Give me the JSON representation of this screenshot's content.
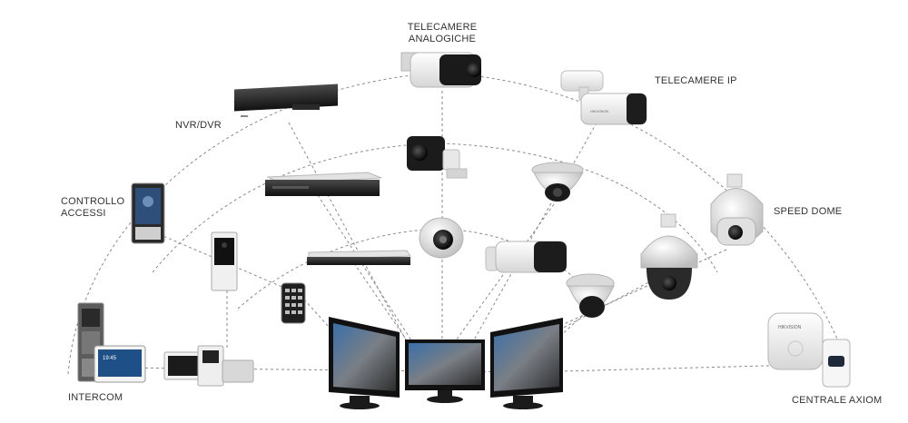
{
  "labels": {
    "analog_cameras": [
      "TELECAMERE",
      "ANALOGICHE"
    ],
    "ip_cameras": "TELECAMERE IP",
    "nvr_dvr": "NVR/DVR",
    "access_control": [
      "CONTROLLO",
      "ACCESSI"
    ],
    "speed_dome": "SPEED DOME",
    "intercom": "INTERCOM",
    "axiom": "CENTRALE AXIOM"
  },
  "brand_text": "HIKVISION",
  "screen_clock": "19:45",
  "colors": {
    "line": "#8a8a8a",
    "label": "#333333",
    "device_light": "#f2f2f2",
    "device_dark": "#1f1f1f",
    "screen_blue": "#1e4f86"
  }
}
